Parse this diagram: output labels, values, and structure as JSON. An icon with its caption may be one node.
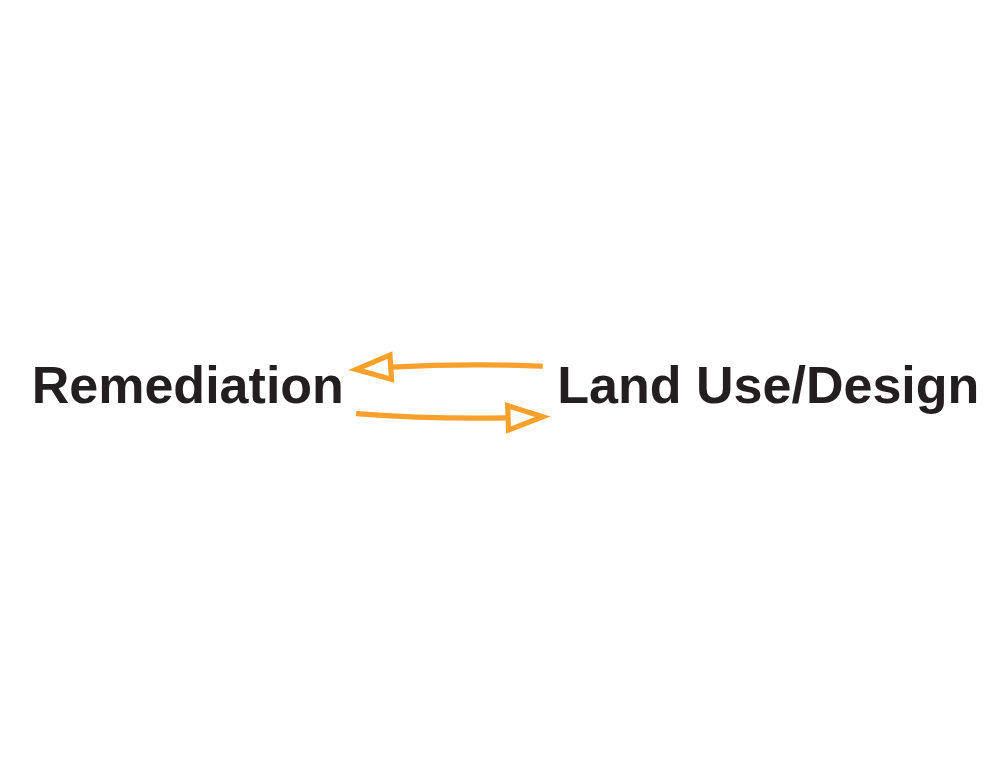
{
  "diagram": {
    "nodes": [
      {
        "text": [
          "Remediation"
        ]
      },
      {
        "text": [
          "Land Use/Design"
        ]
      }
    ],
    "edges": [
      {
        "from": 0,
        "to": 1,
        "arrow": "to"
      },
      {
        "from": 1,
        "to": 0,
        "arrow": "to"
      }
    ]
  }
}
